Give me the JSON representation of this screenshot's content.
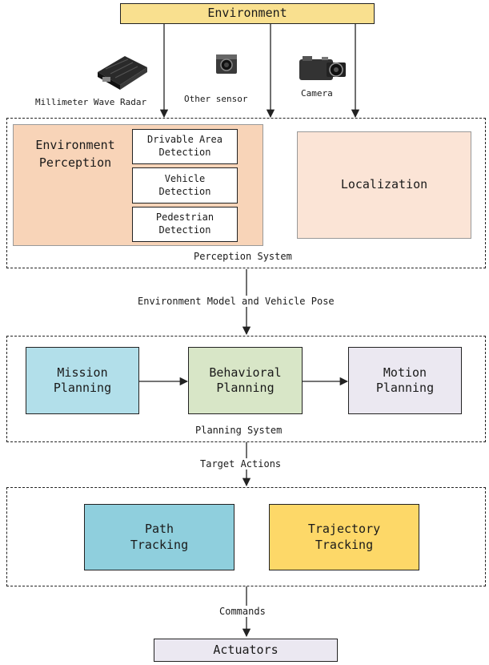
{
  "environment": "Environment",
  "sensors": {
    "radar": "Millimeter Wave Radar",
    "other": "Other sensor",
    "camera": "Camera"
  },
  "perception": {
    "group_label": "Perception System",
    "env_perception": "Environment Perception",
    "drivable": "Drivable Area Detection",
    "vehicle": "Vehicle Detection",
    "pedestrian": "Pedestrian Detection",
    "localization": "Localization"
  },
  "edge_env_model": "Environment Model and Vehicle Pose",
  "planning": {
    "group_label": "Planning System",
    "mission": "Mission Planning",
    "behavioral": "Behavioral Planning",
    "motion": "Motion Planning"
  },
  "edge_target_actions": "Target Actions",
  "control": {
    "path": "Path Tracking",
    "trajectory": "Trajectory Tracking"
  },
  "edge_commands": "Commands",
  "actuators": "Actuators",
  "colors": {
    "environment": "#f9e08f",
    "env_perception": "#f8d4b8",
    "localization": "#fbe4d6",
    "mission": "#b2dfea",
    "behavioral": "#d8e6c7",
    "motion": "#ebe8f1",
    "path": "#8fcfdd",
    "trajectory": "#fdd868",
    "actuators": "#ebe8f1"
  }
}
